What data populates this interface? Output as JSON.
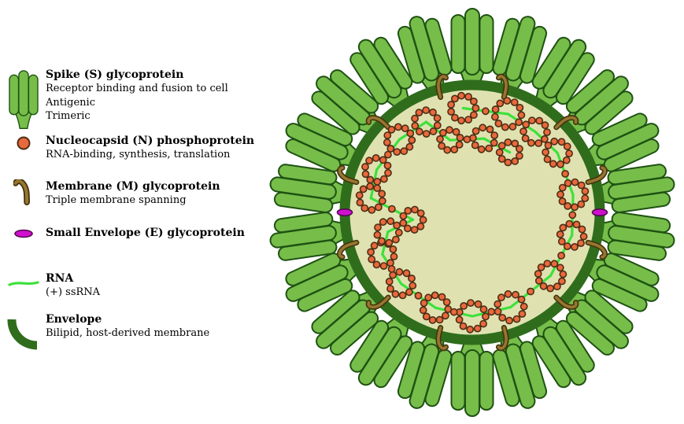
{
  "legend": {
    "items": [
      {
        "icon": "spike-icon",
        "title": "Spike (S) glycoprotein",
        "lines": [
          "Receptor binding and fusion to cell",
          "Antigenic",
          "Trimeric"
        ]
      },
      {
        "icon": "nucleocapsid-icon",
        "title": "Nucleocapsid (N) phosphoprotein",
        "lines": [
          "RNA-binding, synthesis, translation"
        ]
      },
      {
        "icon": "membrane-icon",
        "title": "Membrane (M) glycoprotein",
        "lines": [
          "Triple membrane spanning"
        ]
      },
      {
        "icon": "small-envelope-icon",
        "title": "Small Envelope (E) glycoprotein",
        "lines": []
      },
      {
        "icon": "rna-icon",
        "title": "RNA",
        "lines": [
          "(+) ssRNA"
        ]
      },
      {
        "icon": "envelope-icon",
        "title": "Envelope",
        "lines": [
          "Bilipid, host-derived membrane"
        ]
      }
    ]
  },
  "colors": {
    "spike_green": "#77bd4a",
    "spike_outline": "#1e5212",
    "envelope_ring": "#2f6d1c",
    "interior": "#dfe2b0",
    "nucleocapsid_orange": "#e8693c",
    "nucleocapsid_outline": "#4f2d16",
    "membrane_brown": "#97772f",
    "membrane_outline": "#463411",
    "e_protein_magenta": "#cf10cf",
    "rna_green": "#3ce13c",
    "background": "#ffffff"
  }
}
